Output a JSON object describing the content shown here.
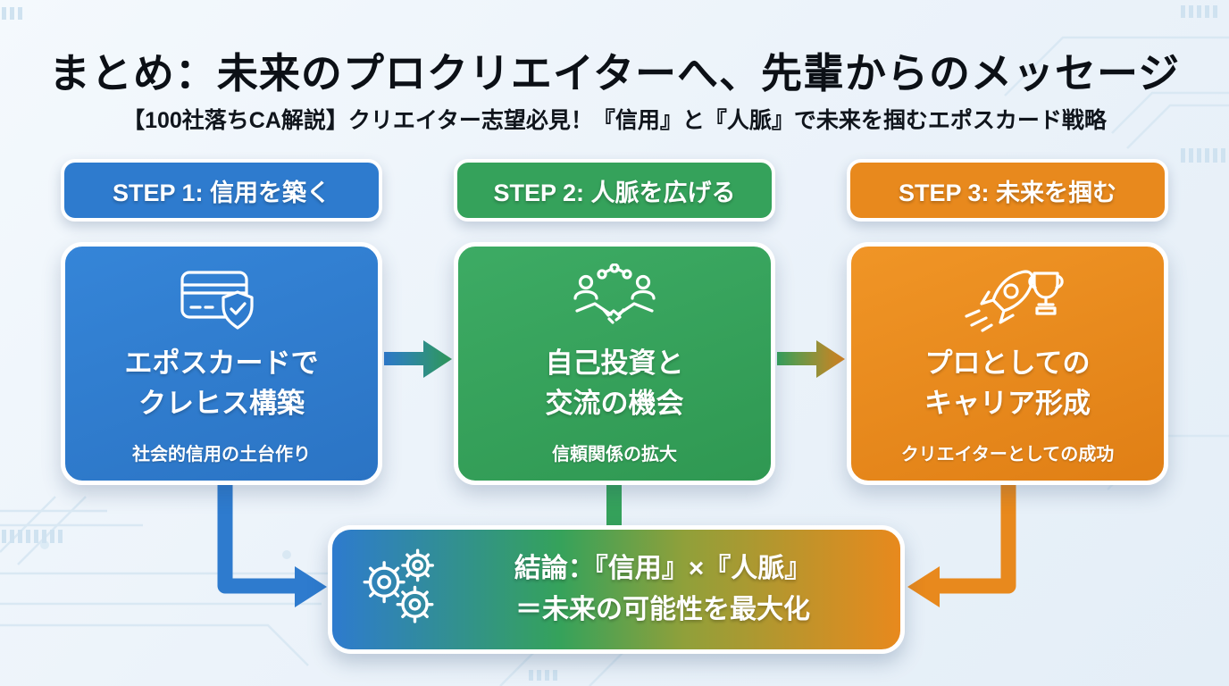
{
  "page": {
    "title": "まとめ：未来のプロクリエイターへ、先輩からのメッセージ",
    "subtitle": "【100社落ちCA解説】クリエイター志望必見！『信用』と『人脈』で未来を掴むエポスカード戦略"
  },
  "steps": [
    {
      "header": "STEP 1: 信用を築く",
      "title_line1": "エポスカードで",
      "title_line2": "クレヒス構築",
      "subtitle": "社会的信用の土台作り",
      "icon": "credit-card-shield-icon",
      "color": "#2e7bce"
    },
    {
      "header": "STEP 2: 人脈を広げる",
      "title_line1": "自己投資と",
      "title_line2": "交流の機会",
      "subtitle": "信頼関係の拡大",
      "icon": "handshake-network-icon",
      "color": "#35a25b"
    },
    {
      "header": "STEP 3: 未来を掴む",
      "title_line1": "プロとしての",
      "title_line2": "キャリア形成",
      "subtitle": "クリエイターとしての成功",
      "icon": "rocket-trophy-icon",
      "color": "#e8891d"
    }
  ],
  "conclusion": {
    "line1": "結論：『信用』×『人脈』",
    "line2": "＝未来の可能性を最大化",
    "icon": "gears-icon"
  },
  "flow": {
    "arrow_1_to_2": "blue-to-green",
    "arrow_2_to_3": "green-to-orange",
    "connector_2_to_conclusion": "green",
    "arrow_1_to_conclusion": "blue",
    "arrow_3_to_conclusion": "orange"
  },
  "colors": {
    "blue": "#2e7bce",
    "green": "#35a25b",
    "orange": "#e8891d",
    "background": "#edf4fa",
    "title_text": "#0c1016",
    "card_text": "#ffffff"
  }
}
